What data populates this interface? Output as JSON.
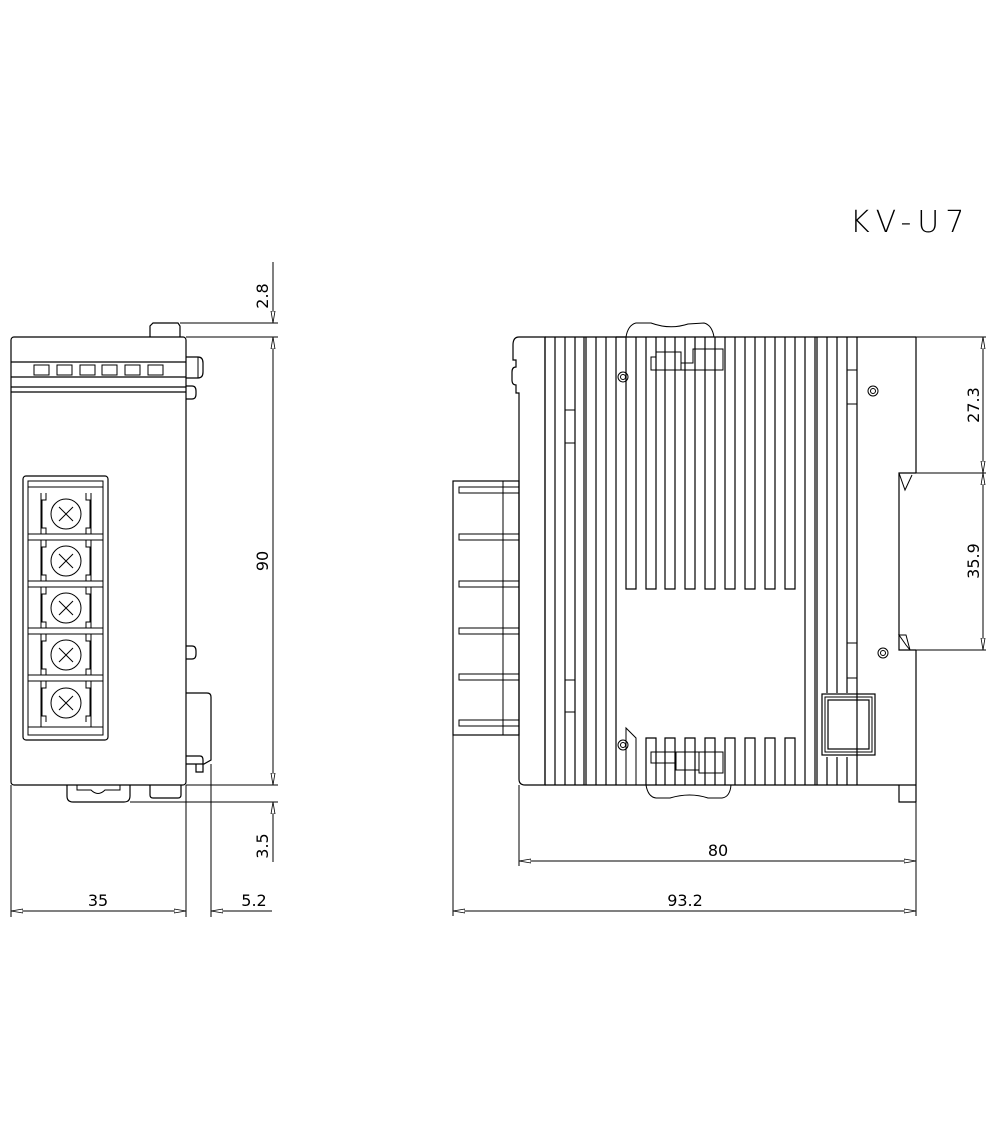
{
  "title": "KV-U7",
  "front_view": {
    "led_count": 6,
    "terminal_count": 5,
    "dimensions": {
      "width": "35",
      "side_protrusion": "5.2",
      "height": "90",
      "top_offset": "2.8",
      "bottom_offset": "3.5"
    }
  },
  "side_view": {
    "dimensions": {
      "body_depth": "80",
      "total_depth": "93.2",
      "top_to_rail": "27.3",
      "rail_width": "35.9"
    }
  },
  "colors": {
    "line": "#000000",
    "background": "#ffffff"
  }
}
